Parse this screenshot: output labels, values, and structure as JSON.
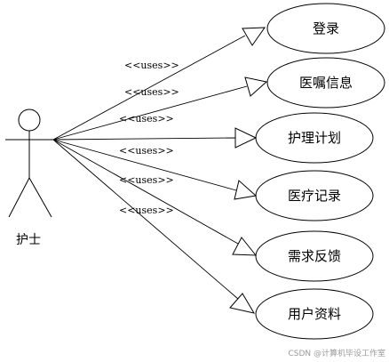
{
  "actor": {
    "label": "护士",
    "icon": "stick-figure-icon"
  },
  "relationship_label": "<<uses>>",
  "use_cases": [
    {
      "label": "登录"
    },
    {
      "label": "医嘱信息"
    },
    {
      "label": "护理计划"
    },
    {
      "label": "医疗记录"
    },
    {
      "label": "需求反馈"
    },
    {
      "label": "用户资料"
    }
  ],
  "watermark": "CSDN @计算机毕设工作室",
  "colors": {
    "line": "#000000",
    "background": "#ffffff",
    "watermark": "#9a9a9a"
  }
}
